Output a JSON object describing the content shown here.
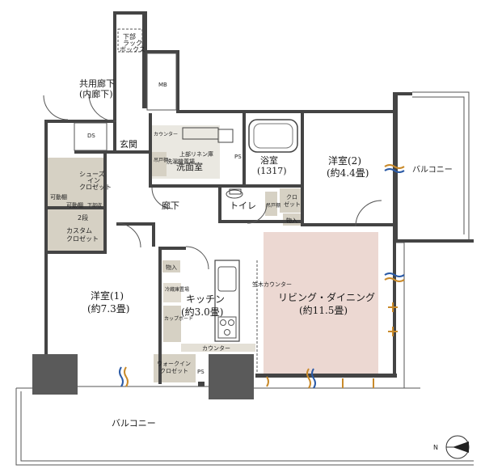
{
  "labels": {
    "hall_top_1": "共用廊下",
    "hall_top_2": "(内廊下)",
    "mb": "MB",
    "ds": "DS",
    "trash_1": "下部",
    "trash_2": "ラック",
    "trash_3": "ボックス",
    "entrance": "玄関",
    "shoes_1": "シューズ",
    "shoes_2": "イン",
    "shoes_3": "クロゼット",
    "movable_shelf_1": "可動棚",
    "movable_shelf_2": "可動棚",
    "lower_storage": "下部収",
    "nidan": "2段",
    "custom_1": "カスタム",
    "custom_2": "クロゼット",
    "counter_storage": "カウンター",
    "fall_cabinet": "吊戸棚",
    "washer": "洗濯機置場",
    "upper_linen": "上部リネン庫",
    "wash_label": "洗面室",
    "ps1": "PS",
    "ps2": "PS",
    "bath_1": "浴室",
    "bath_2": "(1317)",
    "room2_1": "洋室(2)",
    "room2_2": "(約4.4畳)",
    "balcony_right": "バルコニー",
    "corridor": "廊下",
    "toilet": "トイレ",
    "toilet_shelf": "吊戸棚",
    "closet_1": "クロ",
    "closet_2": "ゼット",
    "storage_1": "物入",
    "storage_2": "物入",
    "room1_1": "洋室(1)",
    "room1_2": "(約7.3畳)",
    "kitchen_1": "キッチン",
    "kitchen_2": "(約3.0畳)",
    "fridge": "冷蔵庫置場",
    "cupboard": "カップボード",
    "counter_wood": "笠木カウンター",
    "living_1": "リビング・ダイニング",
    "living_2": "(約11.5畳)",
    "counter_bottom": "カウンター",
    "walkin_1": "ウォークイン",
    "walkin_2": "クロゼット",
    "balcony_bottom": "バルコニー",
    "compass": "N"
  },
  "colors": {
    "wall": "#444444",
    "storage_fill": "#d6d1c4",
    "living_fill": "#ecd8d2",
    "column_fill": "#555555",
    "floor": "#ffffff",
    "window_blue": "#2a5aa6",
    "window_gold": "#c98a2a"
  }
}
